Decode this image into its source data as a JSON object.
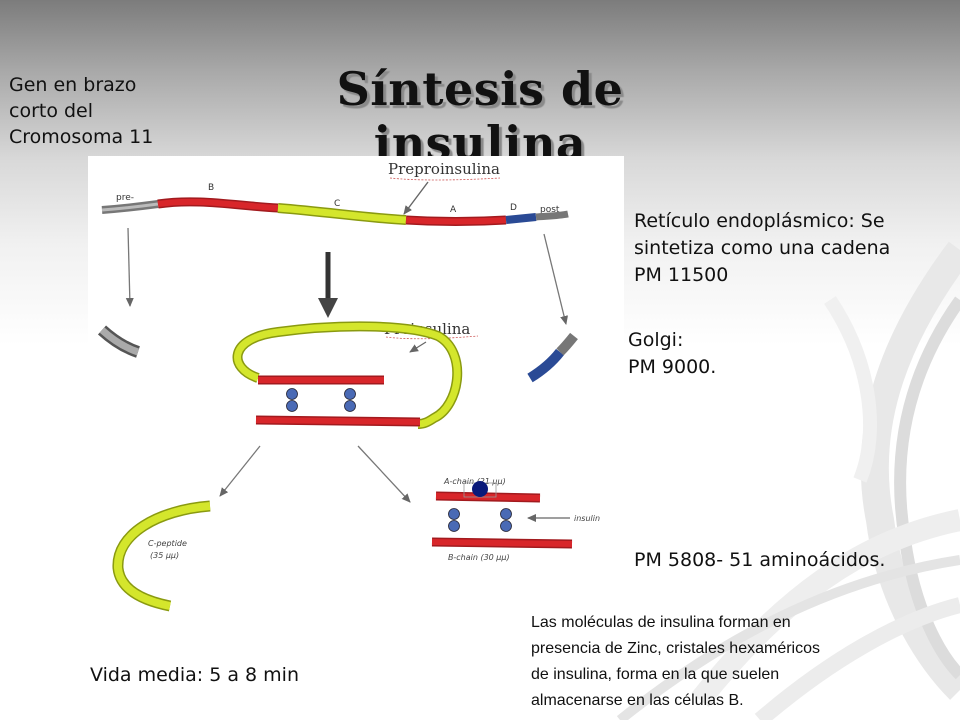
{
  "slide": {
    "title": "Síntesis de insulina",
    "gene_note": [
      "Gen en brazo",
      "corto del",
      "Cromosoma 11"
    ],
    "er_note": [
      "Retículo endoplásmico: Se",
      "sintetiza como una cadena",
      "PM 11500"
    ],
    "golgi_note": [
      "Golgi:",
      "PM 9000."
    ],
    "insulin_pm": "PM 5808- 51 aminoácidos.",
    "half_life": "Vida media: 5 a 8 min",
    "crystals_note": [
      "Las moléculas de insulina forman en",
      "presencia de Zinc, cristales hexaméricos",
      "de insulina, forma en la que suelen",
      "almacenarse en las células B."
    ]
  },
  "diagram": {
    "preproinsulin_label": "Preproinsulina",
    "proinsulin_label": "Proinsulina",
    "segments": {
      "pre": "pre-",
      "b": "B",
      "c": "C",
      "a": "A",
      "d": "D",
      "post": "post"
    },
    "a_chain": "A-chain (21 μμ)",
    "b_chain": "B-chain (30 μμ)",
    "c_peptide": [
      "C-peptide",
      "(35 μμ)"
    ],
    "insulin_label": "insulin",
    "colors": {
      "red": "#d8262a",
      "yellow": "#c7dc23",
      "grey": "#8d8d8d",
      "blue": "#3a62b5",
      "disulfide": "#4060a8",
      "zinc": "#0a1a7a"
    }
  }
}
